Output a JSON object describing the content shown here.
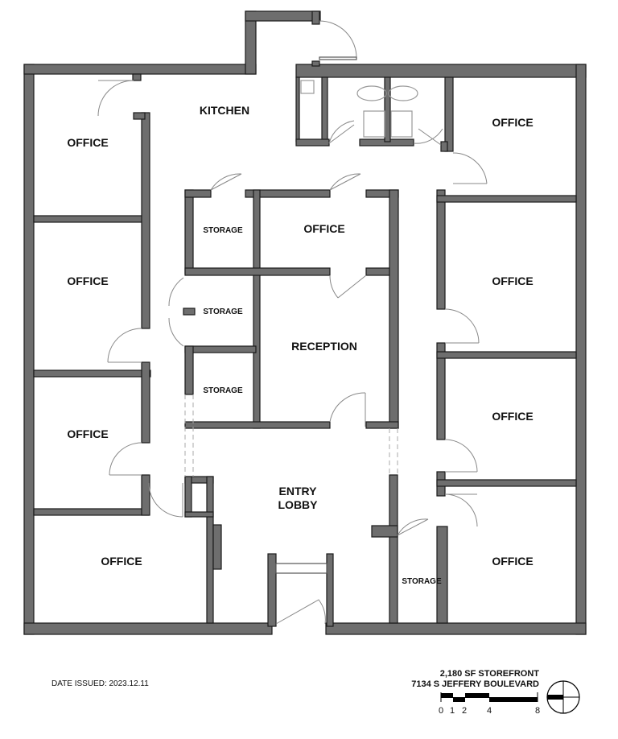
{
  "rooms": {
    "kitchen": "KITCHEN",
    "office_nw1": "OFFICE",
    "office_w2": "OFFICE",
    "office_w3": "OFFICE",
    "office_sw": "OFFICE",
    "office_ne": "OFFICE",
    "office_e2": "OFFICE",
    "office_e3": "OFFICE",
    "office_se": "OFFICE",
    "office_center": "OFFICE",
    "storage_1": "STORAGE",
    "storage_2": "STORAGE",
    "storage_3": "STORAGE",
    "storage_se": "STORAGE",
    "reception": "RECEPTION",
    "entry_line1": "ENTRY",
    "entry_line2": "LOBBY"
  },
  "footer": {
    "date_issued": "DATE ISSUED: 2023.12.11",
    "title_line1": "2,180 SF STOREFRONT",
    "title_line2": "7134 S JEFFERY BOULEVARD"
  },
  "scale_bar": {
    "ticks": [
      "0",
      "1",
      "2",
      "4",
      "8"
    ]
  }
}
